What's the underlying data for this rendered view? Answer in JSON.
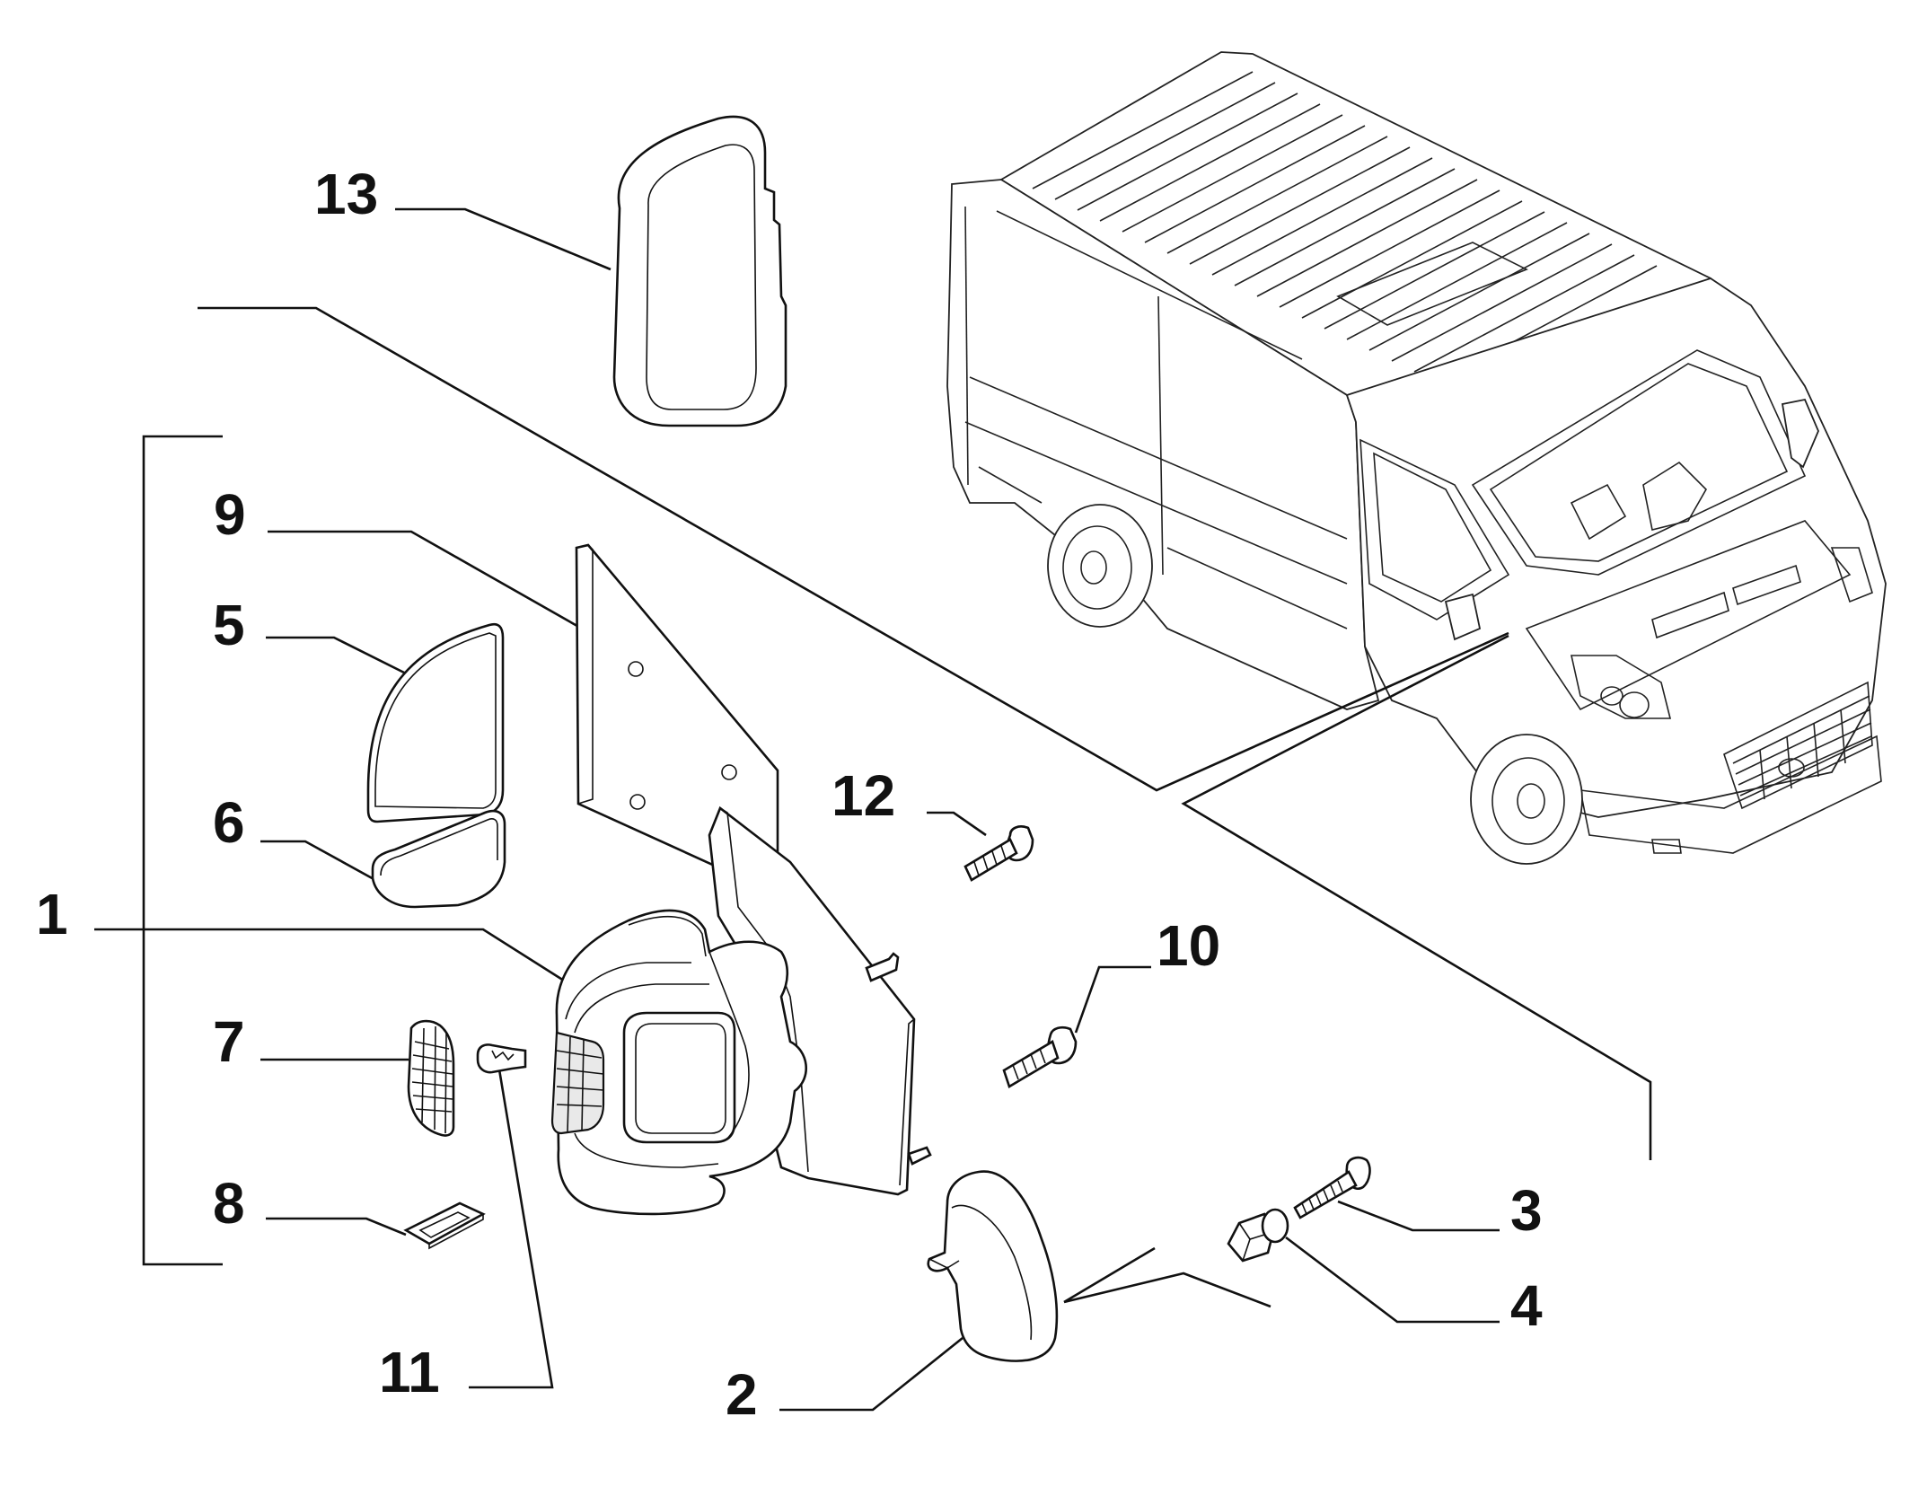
{
  "diagram": {
    "callouts": [
      {
        "id": "1",
        "label": "1"
      },
      {
        "id": "2",
        "label": "2"
      },
      {
        "id": "3",
        "label": "3"
      },
      {
        "id": "4",
        "label": "4"
      },
      {
        "id": "5",
        "label": "5"
      },
      {
        "id": "6",
        "label": "6"
      },
      {
        "id": "7",
        "label": "7"
      },
      {
        "id": "8",
        "label": "8"
      },
      {
        "id": "9",
        "label": "9"
      },
      {
        "id": "10",
        "label": "10"
      },
      {
        "id": "11",
        "label": "11"
      },
      {
        "id": "12",
        "label": "12"
      },
      {
        "id": "13",
        "label": "13"
      }
    ],
    "parts": [
      {
        "callout": "1",
        "icon": "mirror-assembly-icon"
      },
      {
        "callout": "2",
        "icon": "mirror-base-cover-icon"
      },
      {
        "callout": "3",
        "icon": "screw-icon"
      },
      {
        "callout": "4",
        "icon": "clip-nut-icon"
      },
      {
        "callout": "5",
        "icon": "mirror-glass-upper-icon"
      },
      {
        "callout": "6",
        "icon": "mirror-glass-lower-icon"
      },
      {
        "callout": "7",
        "icon": "side-repeater-lens-icon"
      },
      {
        "callout": "8",
        "icon": "small-pad-icon"
      },
      {
        "callout": "9",
        "icon": "mounting-gasket-icon"
      },
      {
        "callout": "10",
        "icon": "flange-bolt-icon"
      },
      {
        "callout": "11",
        "icon": "bulb-icon"
      },
      {
        "callout": "12",
        "icon": "flange-bolt-icon"
      },
      {
        "callout": "13",
        "icon": "mirror-cover-cap-icon"
      }
    ],
    "illustration": {
      "icon": "delivery-van-icon"
    }
  }
}
